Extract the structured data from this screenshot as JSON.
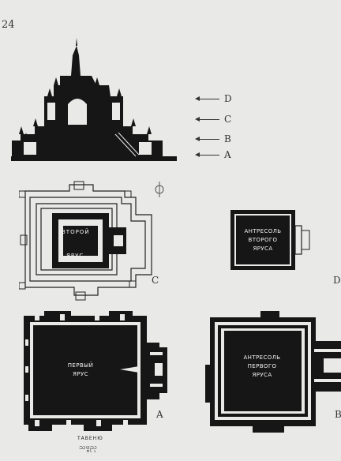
{
  "page": {
    "number": "24"
  },
  "elevation": {
    "level_labels": [
      "D",
      "C",
      "B",
      "A"
    ]
  },
  "plans": {
    "C": {
      "letter": "C",
      "core_words": [
        "ВТОРОЙ",
        "ЯРУС"
      ]
    },
    "D": {
      "letter": "D",
      "hall_text": "АНТРЕСОЛЬ\nВТОРОГО\nЯРУСА"
    },
    "A": {
      "letter": "A",
      "hall_text": "ПЕРВЫЙ\nЯРУС"
    },
    "B": {
      "letter": "B",
      "hall_text": "АНТРЕСОЛЬ\nПЕРВОГО\nЯРУСА"
    }
  },
  "caption": {
    "name": "ТАВЕНЮ",
    "script": "သဗ္ဗညု"
  },
  "colors": {
    "paper": "#e9e9e7",
    "ink": "#161616",
    "light_ink": "#f2f2f2"
  }
}
